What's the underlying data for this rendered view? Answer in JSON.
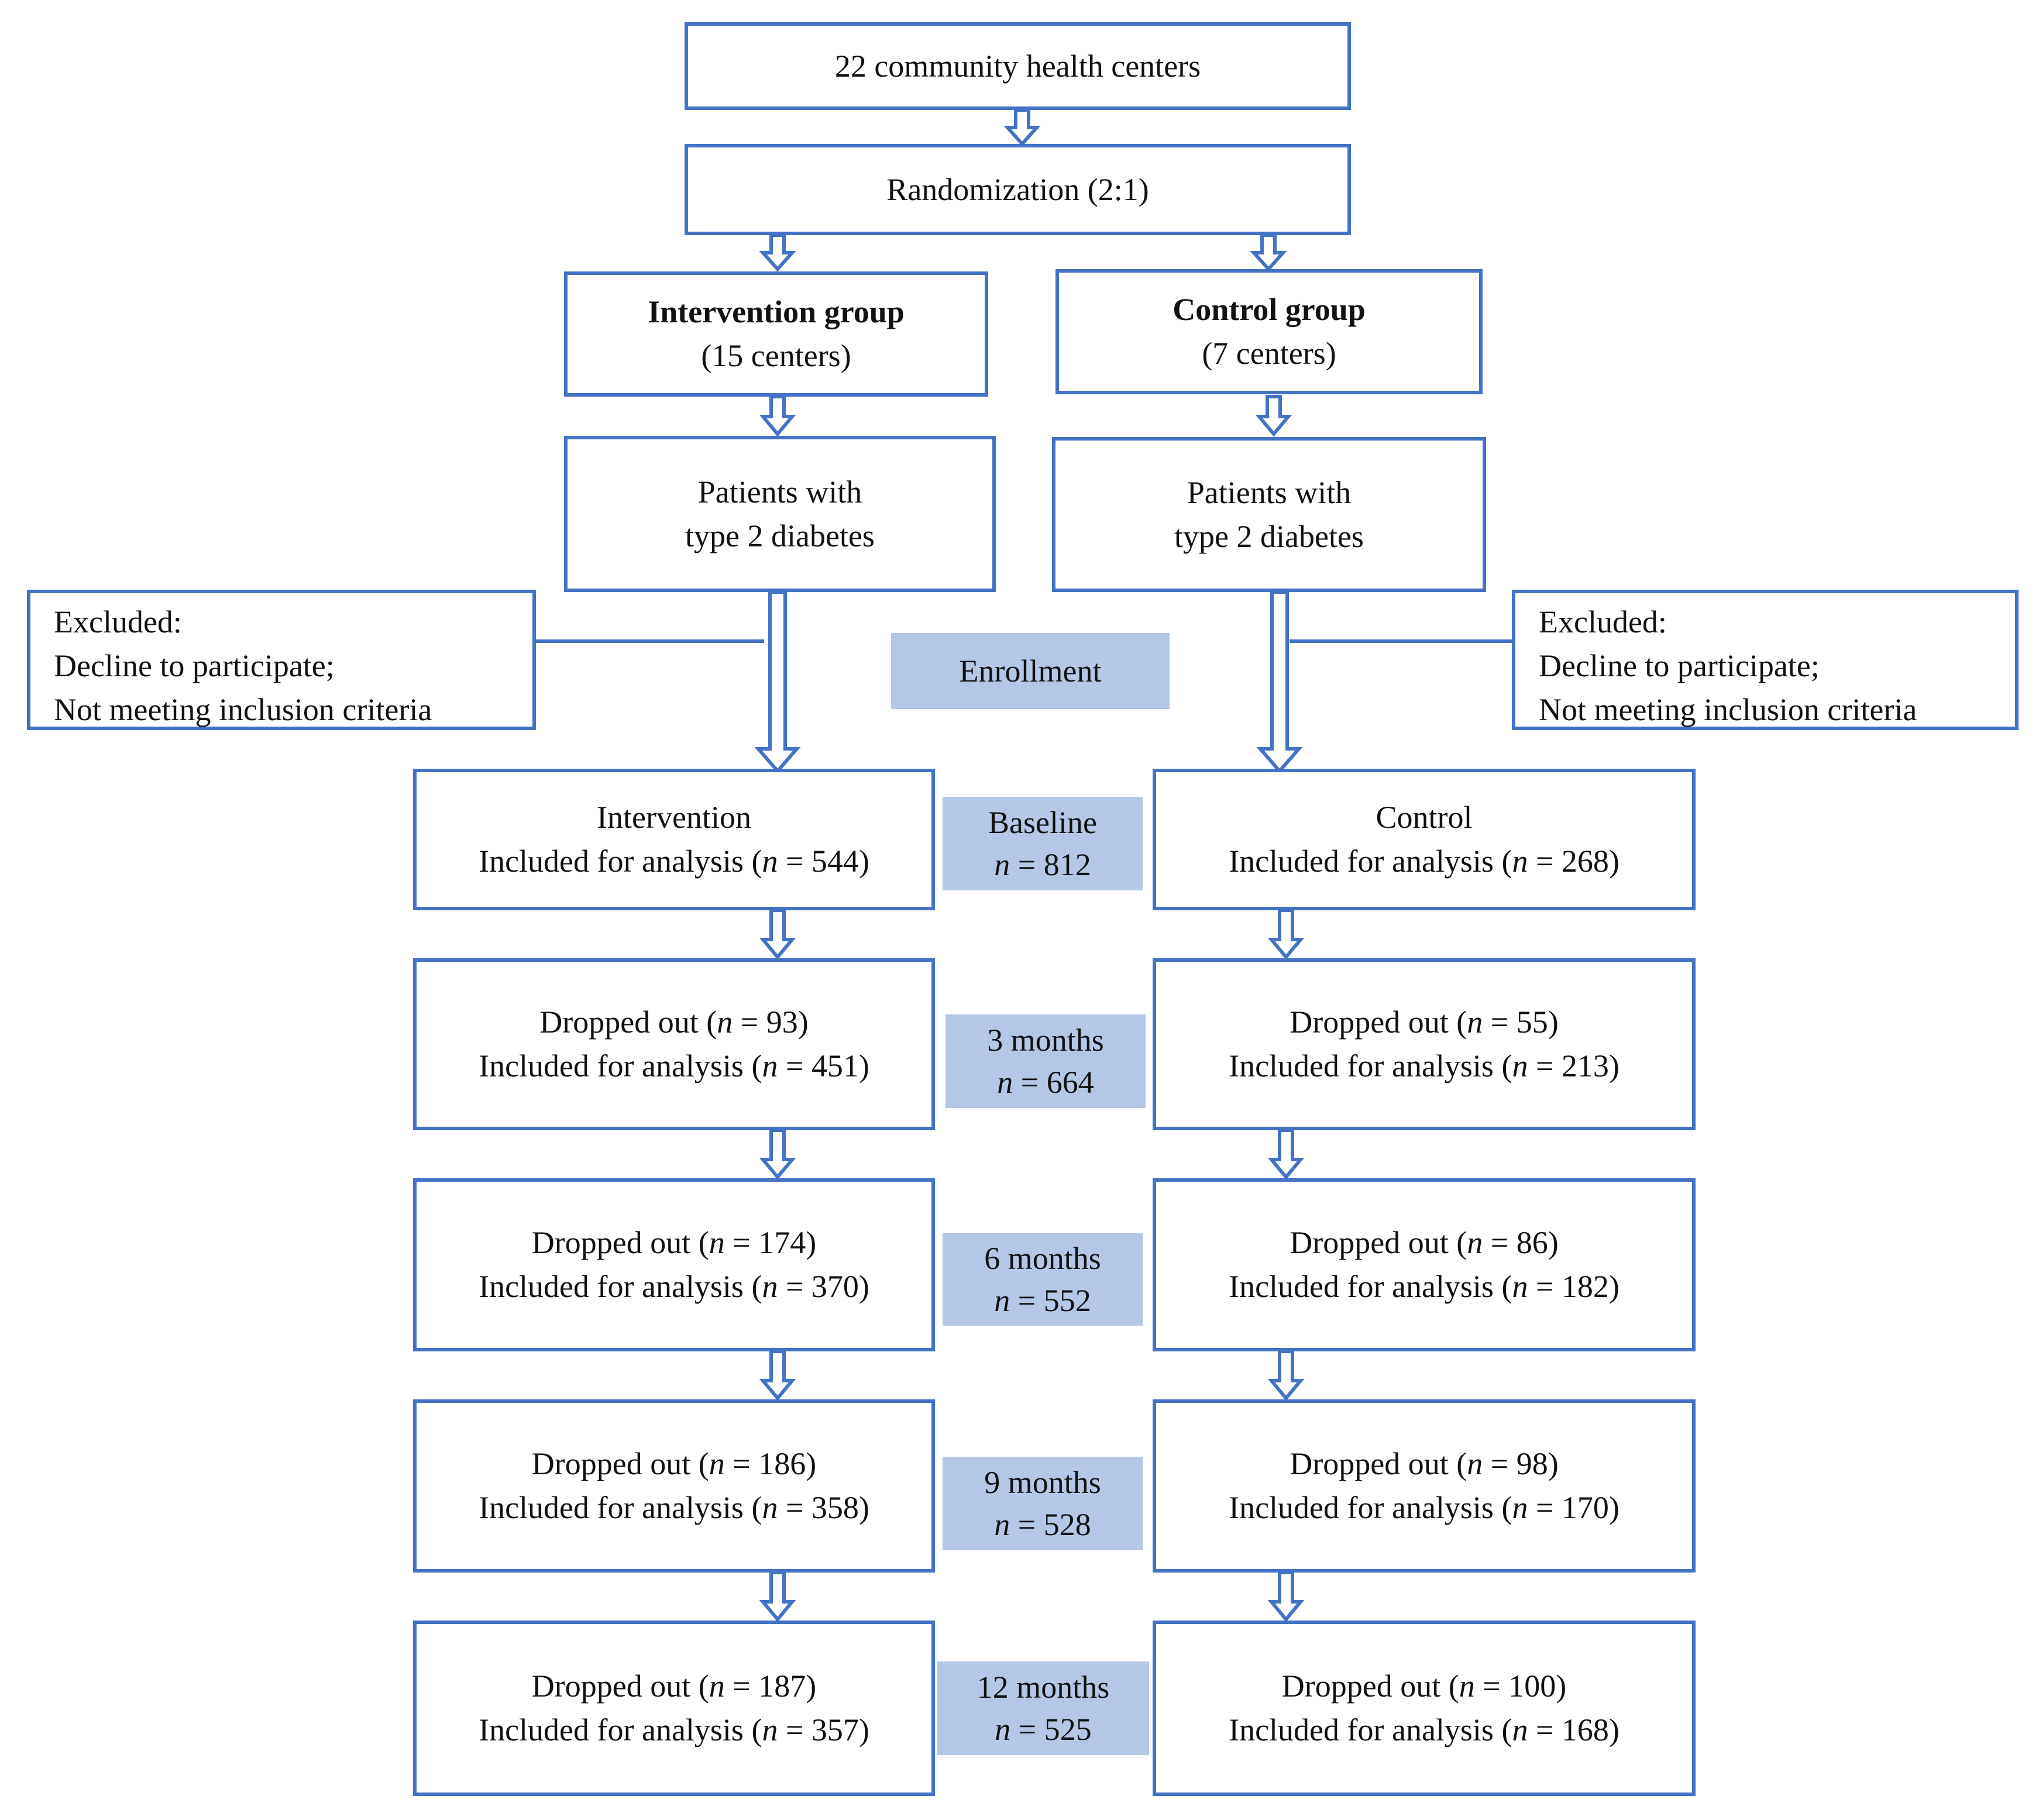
{
  "top": {
    "centers": "22 community health centers",
    "randomization": "Randomization (2:1)"
  },
  "intervention": {
    "title": "Intervention group",
    "subtitle": "(15 centers)",
    "patients_line1": "Patients with",
    "patients_line2": "type 2 diabetes",
    "baseline_title": "Intervention",
    "rows": [
      {
        "included": "544"
      },
      {
        "dropped": "93",
        "included": "451"
      },
      {
        "dropped": "174",
        "included": "370"
      },
      {
        "dropped": "186",
        "included": "358"
      },
      {
        "dropped": "187",
        "included": "357"
      }
    ]
  },
  "control": {
    "title": "Control group",
    "subtitle": "(7 centers)",
    "patients_line1": "Patients with",
    "patients_line2": "type 2 diabetes",
    "baseline_title": "Control",
    "rows": [
      {
        "included": "268"
      },
      {
        "dropped": "55",
        "included": "213"
      },
      {
        "dropped": "86",
        "included": "182"
      },
      {
        "dropped": "98",
        "included": "170"
      },
      {
        "dropped": "100",
        "included": "168"
      }
    ]
  },
  "excluded": {
    "line1": "Excluded:",
    "line2": "Decline to participate;",
    "line3": "Not meeting inclusion criteria"
  },
  "text": {
    "dropped_prefix": "Dropped out (",
    "included_prefix": "Included for analysis (",
    "n": "n",
    "eq": " = ",
    "close": ")"
  },
  "timepoints": {
    "enrollment": "Enrollment",
    "items": [
      {
        "label": "Baseline",
        "n": "812"
      },
      {
        "label": "3 months",
        "n": "664"
      },
      {
        "label": "6 months",
        "n": "552"
      },
      {
        "label": "9 months",
        "n": "528"
      },
      {
        "label": "12 months",
        "n": "525"
      }
    ]
  },
  "colors": {
    "border": "#4472c4",
    "label_fill": "#b4c7e7"
  }
}
